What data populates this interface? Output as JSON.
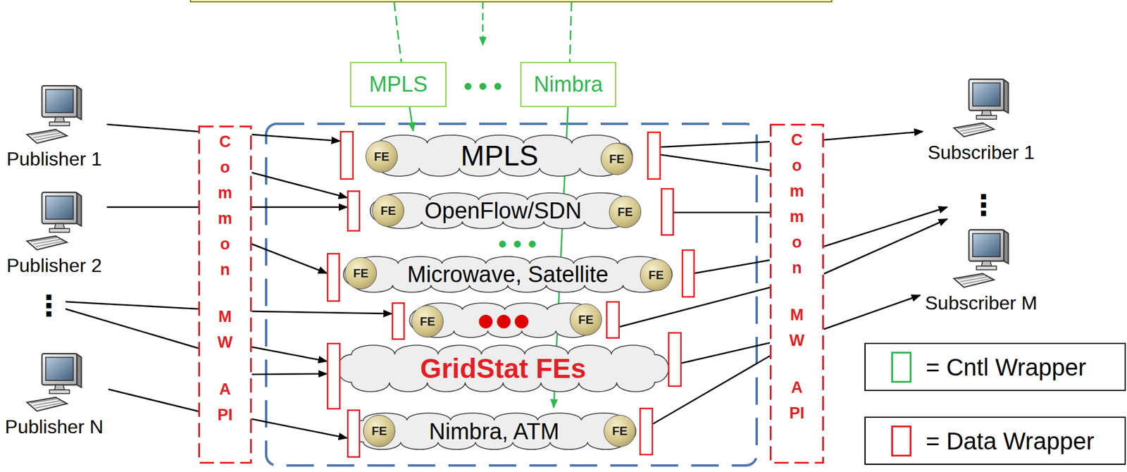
{
  "diagram": {
    "nodes": [
      {
        "text": [
          "MPLS"
        ]
      },
      {
        "text": [
          "Nimbra"
        ]
      },
      {
        "text": [
          "Publisher 1"
        ]
      },
      {
        "text": [
          "Publisher 2"
        ]
      },
      {
        "text": [
          "Publisher N"
        ]
      },
      {
        "text": [
          "Common MW API"
        ]
      },
      {
        "text": [
          "Common MW API"
        ]
      },
      {
        "text": [
          "MPLS"
        ]
      },
      {
        "text": [
          "FE"
        ],
        "in": 7
      },
      {
        "text": [
          "FE"
        ],
        "in": 7
      },
      {
        "text": [
          "OpenFlow/SDN"
        ]
      },
      {
        "text": [
          "FE"
        ],
        "in": 10
      },
      {
        "text": [
          "FE"
        ],
        "in": 10
      },
      {
        "text": [
          "Microwave, Satellite"
        ]
      },
      {
        "text": [
          "FE"
        ],
        "in": 13
      },
      {
        "text": [
          "FE"
        ],
        "in": 13
      },
      {
        "text": [
          "●●●"
        ]
      },
      {
        "text": [
          "FE"
        ],
        "in": 16
      },
      {
        "text": [
          "FE"
        ],
        "in": 16
      },
      {
        "text": [
          "GridStat FEs"
        ]
      },
      {
        "text": [
          "Nimbra, ATM"
        ]
      },
      {
        "text": [
          "FE"
        ],
        "in": 20
      },
      {
        "text": [
          "FE"
        ],
        "in": 20
      },
      {
        "text": [
          "Subscriber 1"
        ]
      },
      {
        "text": [
          "Subscriber M"
        ]
      }
    ],
    "edges": [
      {
        "from": 0,
        "to": 7,
        "arrow": "to"
      },
      {
        "from": 1,
        "to": 20,
        "arrow": "to"
      },
      {
        "from": 2,
        "to": 5,
        "arrow": "none"
      },
      {
        "from": 5,
        "to": 7,
        "arrow": "to"
      },
      {
        "from": 5,
        "to": 10,
        "arrow": "to"
      },
      {
        "from": 3,
        "to": 5,
        "arrow": "none"
      },
      {
        "from": 5,
        "to": 10,
        "arrow": "to"
      },
      {
        "from": 5,
        "to": 13,
        "arrow": "to"
      },
      {
        "from": 5,
        "to": 16,
        "arrow": "to"
      },
      {
        "from": 5,
        "to": 19,
        "arrow": "to"
      },
      {
        "from": 5,
        "to": 19,
        "arrow": "to"
      },
      {
        "from": 4,
        "to": 5,
        "arrow": "none"
      },
      {
        "from": 5,
        "to": 20,
        "arrow": "to"
      },
      {
        "from": 7,
        "to": 6,
        "arrow": "none"
      },
      {
        "from": 7,
        "to": 6,
        "arrow": "none"
      },
      {
        "from": 10,
        "to": 6,
        "arrow": "none"
      },
      {
        "from": 13,
        "to": 6,
        "arrow": "none"
      },
      {
        "from": 16,
        "to": 6,
        "arrow": "none"
      },
      {
        "from": 19,
        "to": 6,
        "arrow": "none"
      },
      {
        "from": 20,
        "to": 6,
        "arrow": "none"
      },
      {
        "from": 6,
        "to": 23,
        "arrow": "to"
      },
      {
        "from": 6,
        "to": 24,
        "arrow": "to"
      }
    ],
    "labels": [
      "• • •",
      "• • •",
      "⋮",
      "⋮"
    ],
    "legend": [
      {
        "text": "= Cntl Wrapper",
        "color": "#2db84d"
      },
      {
        "text": "= Data Wrapper",
        "color": "#e31e24"
      }
    ]
  }
}
